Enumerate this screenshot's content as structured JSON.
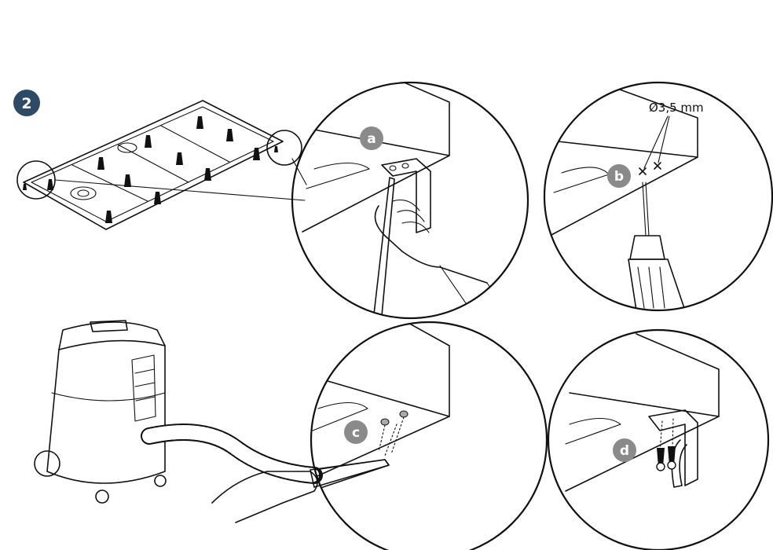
{
  "step": {
    "number": "2",
    "badge_color": "#2f4a66"
  },
  "substeps": [
    {
      "label": "a",
      "badge_color": "#8a8a8a"
    },
    {
      "label": "b",
      "badge_color": "#8a8a8a"
    },
    {
      "label": "c",
      "badge_color": "#8a8a8a"
    },
    {
      "label": "d",
      "badge_color": "#8a8a8a"
    }
  ],
  "annotations": {
    "drill_diameter": "Ø3,5 mm"
  }
}
